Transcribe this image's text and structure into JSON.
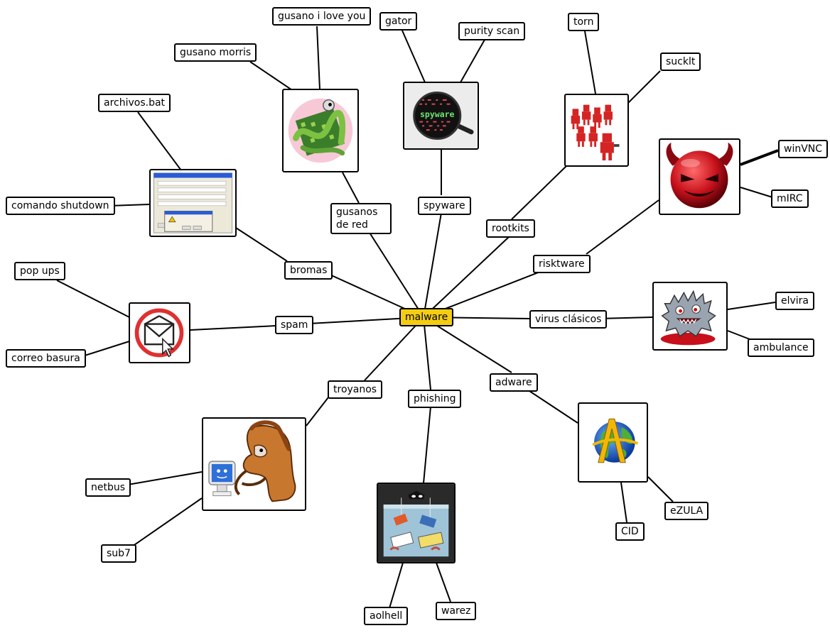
{
  "center": {
    "label": "malware"
  },
  "categories": {
    "gusanos": "gusanos de red",
    "spyware": "spyware",
    "rootkits": "rootkits",
    "riskware": "risktware",
    "bromas": "bromas",
    "spam": "spam",
    "virus": "virus clásicos",
    "troyanos": "troyanos",
    "phishing": "phishing",
    "adware": "adware"
  },
  "examples": {
    "gusano_iloveyou": "gusano i love you",
    "gusano_morris": "gusano morris",
    "gator": "gator",
    "purity": "purity scan",
    "torn": "torn",
    "sucklt": "sucklt",
    "archivos_bat": "archivos.bat",
    "shutdown": "comando shutdown",
    "winvnc": "winVNC",
    "mirc": "mIRC",
    "popups": "pop ups",
    "correo": "correo basura",
    "elvira": "elvira",
    "ambulance": "ambulance",
    "netbus": "netbus",
    "sub7": "sub7",
    "aolhell": "aolhell",
    "warez": "warez",
    "cid": "CID",
    "ezula": "eZULA"
  },
  "images": {
    "worm": "worm-icon",
    "spyware": "spyware-magnifier-icon",
    "rootkit": "robot-army-icon",
    "riskware": "devil-icon",
    "bromas": "dialog-window-icon",
    "spam": "spam-envelope-icon",
    "virus": "virus-monster-icon",
    "troyanos": "trojan-horse-icon",
    "phishing": "phishing-hook-icon",
    "adware": "globe-icon",
    "spyware_text": "spyware"
  },
  "colors": {
    "center_fill": "#f4cd12",
    "line": "#000000"
  }
}
